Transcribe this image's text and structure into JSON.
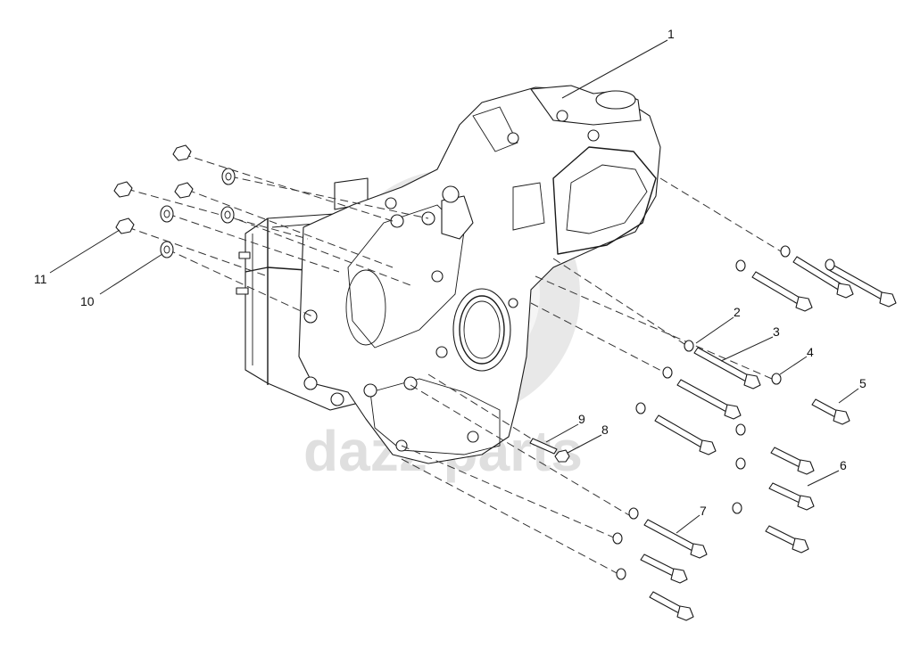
{
  "watermark": {
    "text": "dazz parts"
  },
  "callouts": [
    {
      "label": "1"
    },
    {
      "label": "2"
    },
    {
      "label": "3"
    },
    {
      "label": "4"
    },
    {
      "label": "5"
    },
    {
      "label": "6"
    },
    {
      "label": "7"
    },
    {
      "label": "8"
    },
    {
      "label": "9"
    },
    {
      "label": "10"
    },
    {
      "label": "11"
    }
  ]
}
